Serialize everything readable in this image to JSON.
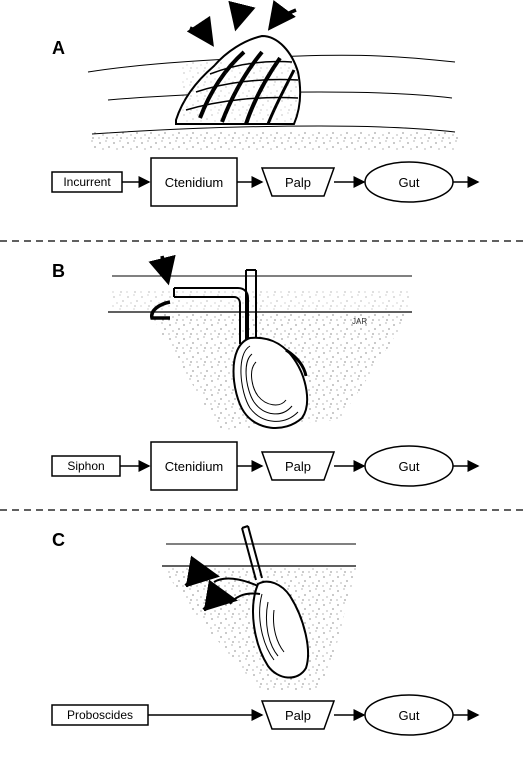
{
  "panels": [
    {
      "letter": "A",
      "organism": "oyster-like bivalve on surface",
      "flow": [
        "Incurrent",
        "Ctenidium",
        "Palp",
        "Gut"
      ]
    },
    {
      "letter": "B",
      "organism": "burrowing clam with siphons",
      "signature": "JAR",
      "flow": [
        "Siphon",
        "Ctenidium",
        "Palp",
        "Gut"
      ]
    },
    {
      "letter": "C",
      "organism": "burrowing protobranch with proboscides",
      "flow": [
        "Proboscides",
        "Palp",
        "Gut"
      ]
    }
  ],
  "colors": {
    "ink": "#000000",
    "paper": "#ffffff",
    "sediment": "#555555"
  },
  "icons": [
    "incoming-flow-arrow",
    "outflow-arrow"
  ]
}
